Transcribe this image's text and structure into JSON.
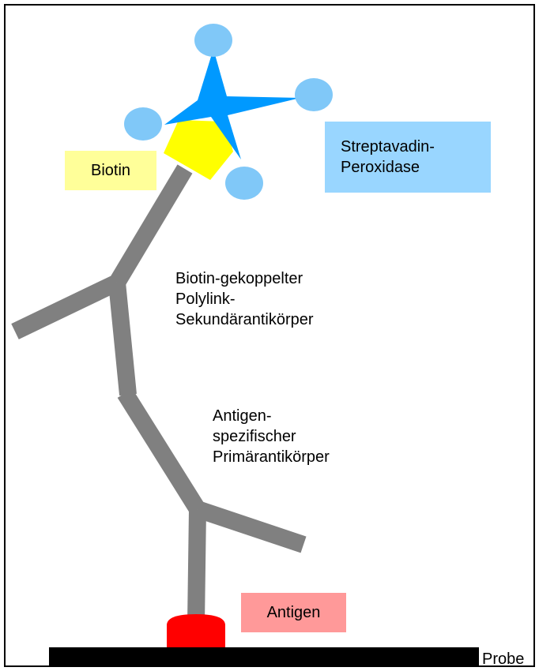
{
  "colors": {
    "antibody": "#808080",
    "streptavidin_star": "#0099ff",
    "peroxidase_circle": "#80c8f8",
    "biotin": "#ffff00",
    "biotin_box": "#ffff99",
    "streptavidin_box": "#99d6ff",
    "antigen": "#ff0000",
    "antigen_box": "#ff9999",
    "sample": "#000000"
  },
  "labels": {
    "biotin": "Biotin",
    "streptavidin_line1": "Streptavadin-",
    "streptavidin_line2": "Peroxidase",
    "secondary_line1": "Biotin-gekoppelter",
    "secondary_line2": "Polylink-",
    "secondary_line3": "Sekundärantikörper",
    "primary_line1": "Antigen-",
    "primary_line2": "spezifischer",
    "primary_line3": "Primärantikörper",
    "antigen": "Antigen",
    "sample": "Probe"
  }
}
